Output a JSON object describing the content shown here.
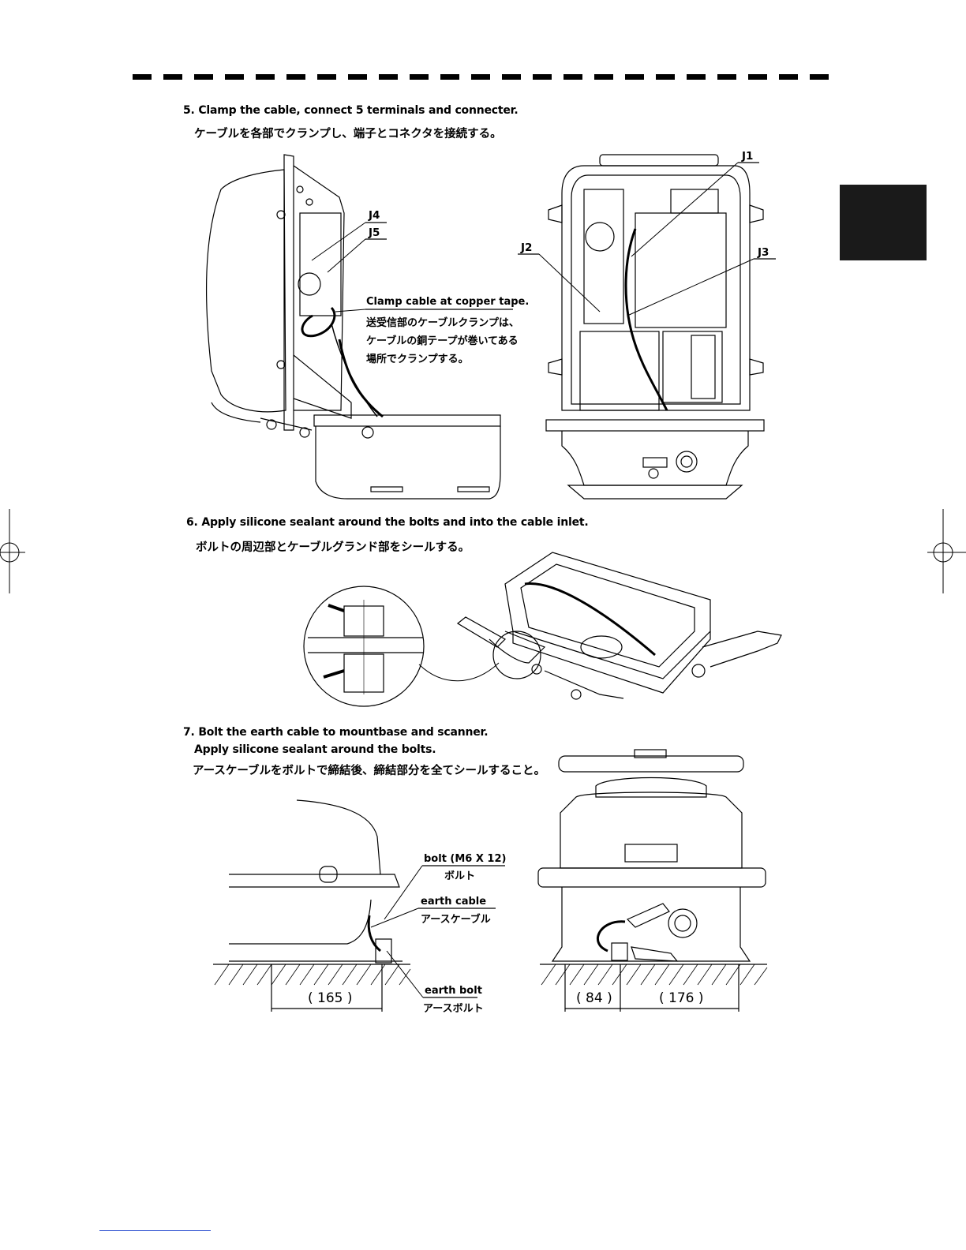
{
  "steps": {
    "s5": {
      "en": "5. Clamp the cable, connect 5 terminals and connecter.",
      "jp": "ケーブルを各部でクランプし、端子とコネクタを接続する。",
      "labels": {
        "j1": "J1",
        "j2": "J2",
        "j3": "J3",
        "j4": "J4",
        "j5": "J5"
      },
      "note_en": "Clamp cable at copper tape.",
      "note_jp1": "送受信部のケーブルクランプは、",
      "note_jp2": "ケーブルの銅テープが巻いてある",
      "note_jp3": "場所でクランプする。"
    },
    "s6": {
      "en": "6. Apply silicone sealant around the bolts and into the cable inlet.",
      "jp": "ボルトの周辺部とケーブルグランド部をシールする。"
    },
    "s7": {
      "en1": "7. Bolt the earth cable to mountbase and scanner.",
      "en2": "Apply silicone sealant around the bolts.",
      "jp": "アースケーブルをボルトで締結後、締結部分を全てシールすること。",
      "bolt_en": "bolt (M6 X 12)",
      "bolt_jp": "ボルト",
      "cable_en": "earth cable",
      "cable_jp": "アースケーブル",
      "ebolt_en": "earth bolt",
      "ebolt_jp": "アースボルト",
      "dim1": "( 165 )",
      "dim2": "( 84 )",
      "dim3": "( 176 )"
    }
  }
}
